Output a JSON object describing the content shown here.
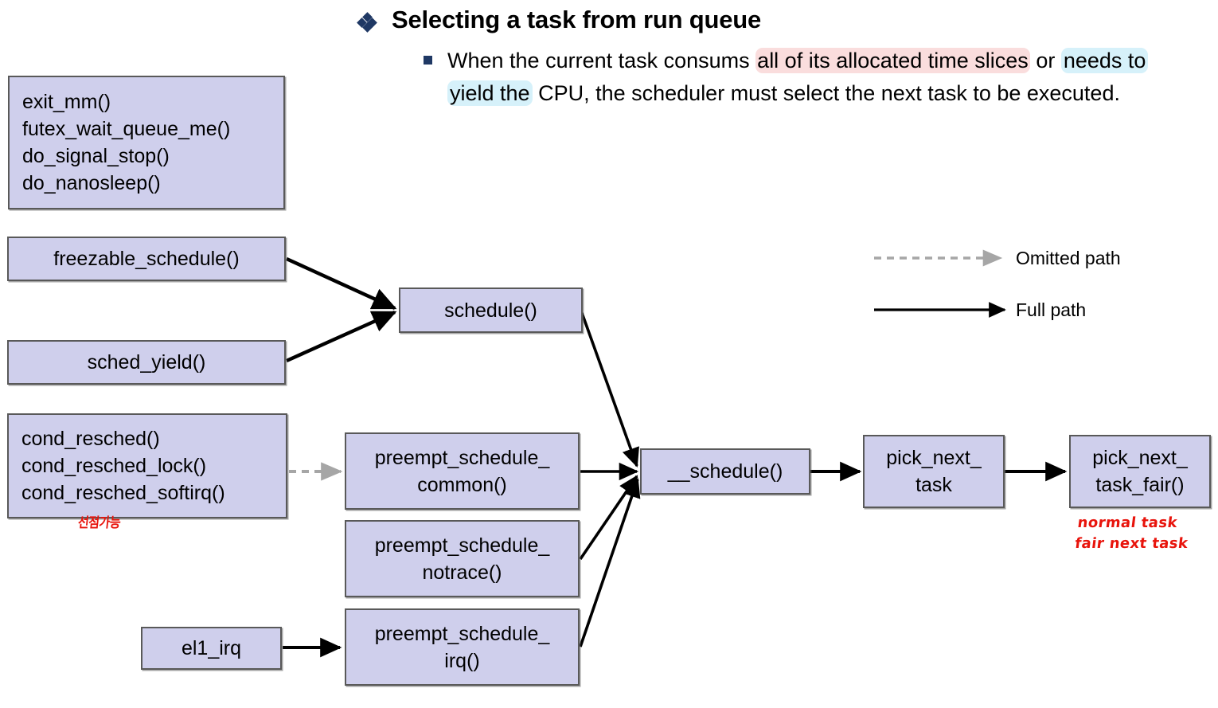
{
  "slide": {
    "title": "Selecting a task from run queue",
    "bullet_icon": "diamond-cluster-bullet",
    "sub_bullet_icon": "square-bullet",
    "body": {
      "seg1": "When the current task consums ",
      "hl_pink": "all of its allocated time slices",
      "seg2": " or ",
      "hl_cyan_1": "needs to",
      "seg3": " ",
      "hl_cyan_2": "yield the",
      "seg4": " CPU, the scheduler must select the next task to be executed."
    }
  },
  "colors": {
    "node_fill": "#CFCFEC",
    "node_border": "#595959",
    "bullet_navy": "#1F3864",
    "highlight_pink": "#FADDDD",
    "highlight_cyan": "#D6F1FA",
    "ink_red": "#E8140C",
    "omitted_path_gray": "#A6A6A6",
    "full_path_black": "#000000",
    "background": "#FFFFFF"
  },
  "diagram": {
    "nodes": [
      {
        "id": "wait_funcs",
        "label": "exit_mm()\nfutex_wait_queue_me()\ndo_signal_stop()\ndo_nanosleep()"
      },
      {
        "id": "freezable_schedule",
        "label": "freezable_schedule()"
      },
      {
        "id": "sched_yield",
        "label": "sched_yield()"
      },
      {
        "id": "cond_resched",
        "label": "cond_resched()\ncond_resched_lock()\ncond_resched_softirq()"
      },
      {
        "id": "schedule",
        "label": "schedule()"
      },
      {
        "id": "preempt_common",
        "label": "preempt_schedule_\ncommon()"
      },
      {
        "id": "preempt_notrace",
        "label": "preempt_schedule_\nnotrace()"
      },
      {
        "id": "preempt_irq",
        "label": "preempt_schedule_\nirq()"
      },
      {
        "id": "el1_irq",
        "label": "el1_irq"
      },
      {
        "id": "__schedule",
        "label": "__schedule()"
      },
      {
        "id": "pick_next_task",
        "label": "pick_next_\ntask"
      },
      {
        "id": "pick_next_task_fair",
        "label": "pick_next_\ntask_fair()"
      }
    ],
    "edges": [
      {
        "from": "freezable_schedule",
        "to": "schedule",
        "style": "full"
      },
      {
        "from": "sched_yield",
        "to": "schedule",
        "style": "full"
      },
      {
        "from": "cond_resched",
        "to": "preempt_common",
        "style": "omitted"
      },
      {
        "from": "schedule",
        "to": "__schedule",
        "style": "full"
      },
      {
        "from": "preempt_common",
        "to": "__schedule",
        "style": "full"
      },
      {
        "from": "preempt_notrace",
        "to": "__schedule",
        "style": "full"
      },
      {
        "from": "preempt_irq",
        "to": "__schedule",
        "style": "full"
      },
      {
        "from": "el1_irq",
        "to": "preempt_irq",
        "style": "full"
      },
      {
        "from": "__schedule",
        "to": "pick_next_task",
        "style": "full"
      },
      {
        "from": "pick_next_task",
        "to": "pick_next_task_fair",
        "style": "full"
      }
    ]
  },
  "legend": {
    "omitted": "Omitted path",
    "full": "Full path"
  },
  "annotations": {
    "cond_resched_scribble": "선점가능",
    "pick_next_task_fair_note": "normal task\nfair next task"
  }
}
